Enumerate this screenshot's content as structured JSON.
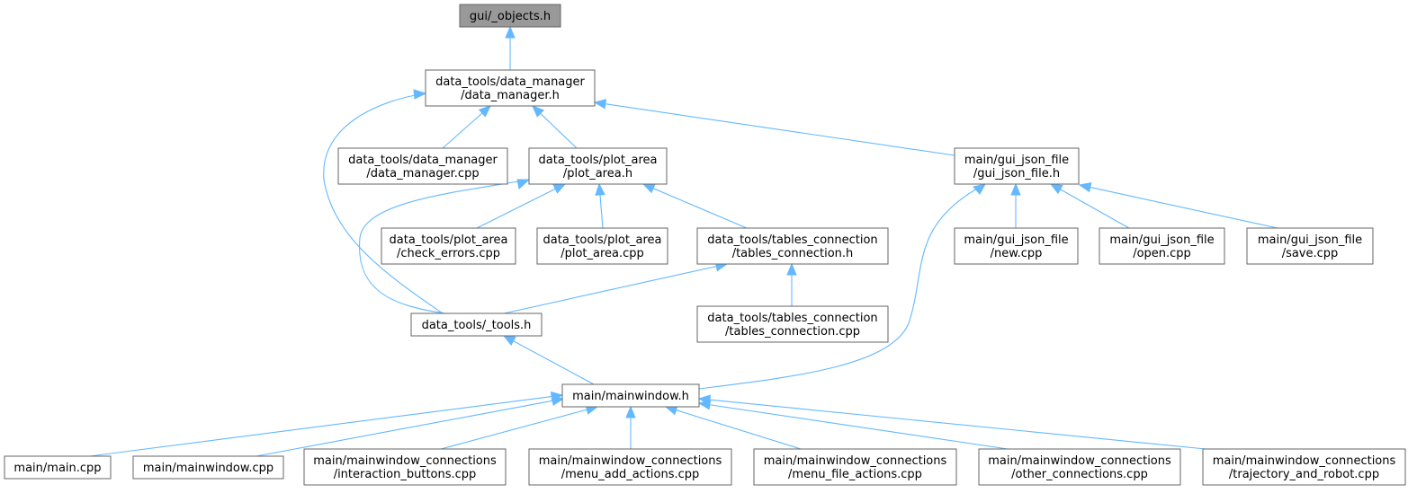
{
  "colors": {
    "edge": "#63b8ff",
    "node_border": "#666666",
    "root_fill": "#999999",
    "node_fill": "#ffffff"
  },
  "nodes": [
    {
      "id": "objects_h",
      "lines": [
        "gui/_objects.h"
      ],
      "root": true
    },
    {
      "id": "data_manager_h",
      "lines": [
        "data_tools/data_manager",
        "/data_manager.h"
      ]
    },
    {
      "id": "data_manager_cpp",
      "lines": [
        "data_tools/data_manager",
        "/data_manager.cpp"
      ]
    },
    {
      "id": "plot_area_h",
      "lines": [
        "data_tools/plot_area",
        "/plot_area.h"
      ]
    },
    {
      "id": "gui_json_file_h",
      "lines": [
        "main/gui_json_file",
        "/gui_json_file.h"
      ]
    },
    {
      "id": "check_errors_cpp",
      "lines": [
        "data_tools/plot_area",
        "/check_errors.cpp"
      ]
    },
    {
      "id": "plot_area_cpp",
      "lines": [
        "data_tools/plot_area",
        "/plot_area.cpp"
      ]
    },
    {
      "id": "tables_connection_h",
      "lines": [
        "data_tools/tables_connection",
        "/tables_connection.h"
      ]
    },
    {
      "id": "new_cpp",
      "lines": [
        "main/gui_json_file",
        "/new.cpp"
      ]
    },
    {
      "id": "open_cpp",
      "lines": [
        "main/gui_json_file",
        "/open.cpp"
      ]
    },
    {
      "id": "save_cpp",
      "lines": [
        "main/gui_json_file",
        "/save.cpp"
      ]
    },
    {
      "id": "tools_h",
      "lines": [
        "data_tools/_tools.h"
      ]
    },
    {
      "id": "tables_connection_cpp",
      "lines": [
        "data_tools/tables_connection",
        "/tables_connection.cpp"
      ]
    },
    {
      "id": "mainwindow_h",
      "lines": [
        "main/mainwindow.h"
      ]
    },
    {
      "id": "main_cpp",
      "lines": [
        "main/main.cpp"
      ]
    },
    {
      "id": "mainwindow_cpp",
      "lines": [
        "main/mainwindow.cpp"
      ]
    },
    {
      "id": "interaction_buttons_cpp",
      "lines": [
        "main/mainwindow_connections",
        "/interaction_buttons.cpp"
      ]
    },
    {
      "id": "menu_add_actions_cpp",
      "lines": [
        "main/mainwindow_connections",
        "/menu_add_actions.cpp"
      ]
    },
    {
      "id": "menu_file_actions_cpp",
      "lines": [
        "main/mainwindow_connections",
        "/menu_file_actions.cpp"
      ]
    },
    {
      "id": "other_connections_cpp",
      "lines": [
        "main/mainwindow_connections",
        "/other_connections.cpp"
      ]
    },
    {
      "id": "trajectory_and_robot_cpp",
      "lines": [
        "main/mainwindow_connections",
        "/trajectory_and_robot.cpp"
      ]
    }
  ],
  "edges": [
    {
      "from": "data_manager_h",
      "to": "objects_h"
    },
    {
      "from": "data_manager_cpp",
      "to": "data_manager_h"
    },
    {
      "from": "plot_area_h",
      "to": "data_manager_h"
    },
    {
      "from": "gui_json_file_h",
      "to": "data_manager_h"
    },
    {
      "from": "tools_h",
      "to": "data_manager_h"
    },
    {
      "from": "check_errors_cpp",
      "to": "plot_area_h"
    },
    {
      "from": "plot_area_cpp",
      "to": "plot_area_h"
    },
    {
      "from": "tables_connection_h",
      "to": "plot_area_h"
    },
    {
      "from": "tools_h",
      "to": "plot_area_h"
    },
    {
      "from": "tables_connection_cpp",
      "to": "tables_connection_h"
    },
    {
      "from": "tools_h",
      "to": "tables_connection_h"
    },
    {
      "from": "new_cpp",
      "to": "gui_json_file_h"
    },
    {
      "from": "open_cpp",
      "to": "gui_json_file_h"
    },
    {
      "from": "save_cpp",
      "to": "gui_json_file_h"
    },
    {
      "from": "mainwindow_h",
      "to": "gui_json_file_h"
    },
    {
      "from": "mainwindow_h",
      "to": "tools_h"
    },
    {
      "from": "main_cpp",
      "to": "mainwindow_h"
    },
    {
      "from": "mainwindow_cpp",
      "to": "mainwindow_h"
    },
    {
      "from": "interaction_buttons_cpp",
      "to": "mainwindow_h"
    },
    {
      "from": "menu_add_actions_cpp",
      "to": "mainwindow_h"
    },
    {
      "from": "menu_file_actions_cpp",
      "to": "mainwindow_h"
    },
    {
      "from": "other_connections_cpp",
      "to": "mainwindow_h"
    },
    {
      "from": "trajectory_and_robot_cpp",
      "to": "mainwindow_h"
    }
  ]
}
